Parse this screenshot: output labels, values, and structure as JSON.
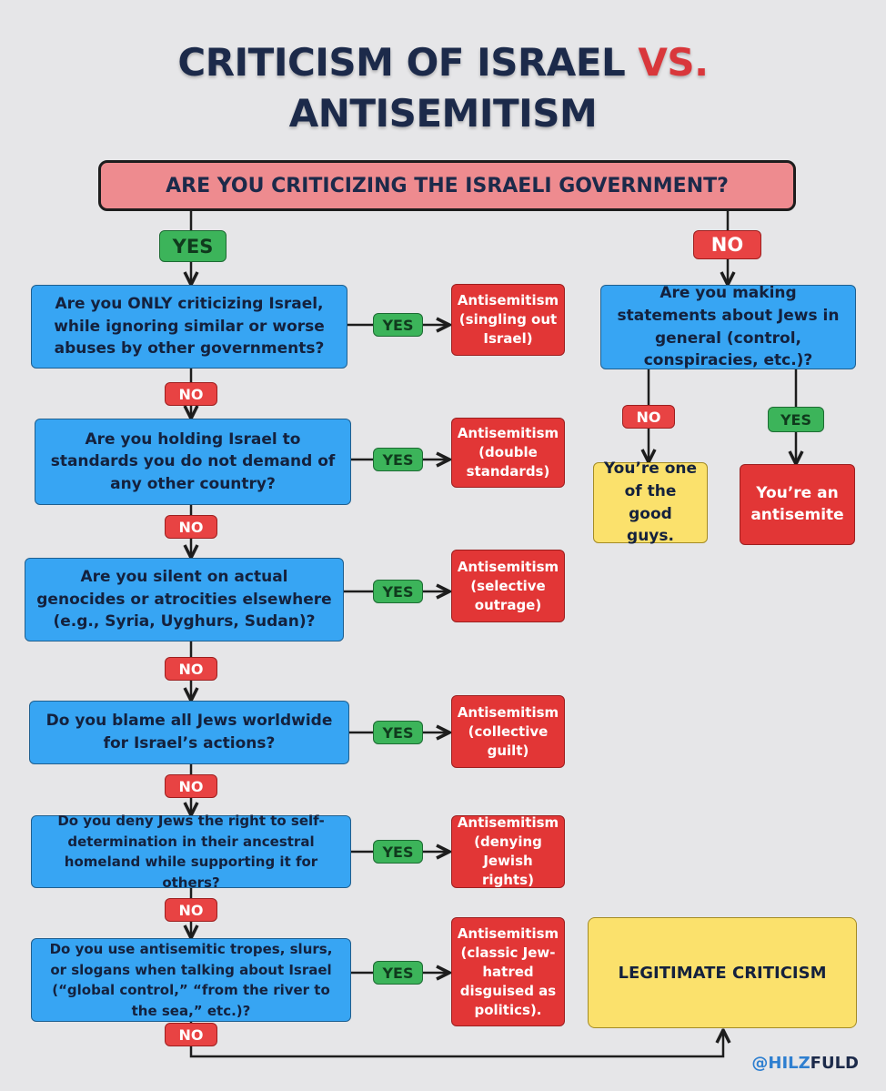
{
  "title": {
    "line1_main": "CRITICISM OF ISRAEL",
    "line1_accent": "VS.",
    "line2": "ANTISEMITISM"
  },
  "root_question": "ARE YOU CRITICIZING THE ISRAELI GOVERNMENT?",
  "branches": {
    "yes": "YES",
    "no": "NO"
  },
  "left_questions": [
    {
      "question": "Are you ONLY criticizing Israel, while ignoring similar or worse abuses by other governments?",
      "yes_label": "YES",
      "result": "Antisemitism (singling out Israel)",
      "no_label": "NO"
    },
    {
      "question": "Are you holding Israel to standards you do not demand of any other country?",
      "yes_label": "YES",
      "result": "Antisemitism (double standards)",
      "no_label": "NO"
    },
    {
      "question": "Are you silent on actual genocides or atrocities elsewhere (e.g., Syria, Uyghurs, Sudan)?",
      "yes_label": "YES",
      "result": "Antisemitism (selective outrage)",
      "no_label": "NO"
    },
    {
      "question": "Do you blame all Jews worldwide for Israel’s actions?",
      "yes_label": "YES",
      "result": "Antisemitism (collective guilt)",
      "no_label": "NO"
    },
    {
      "question": "Do you deny Jews the right to self-determination in their ancestral homeland while supporting it for others?",
      "yes_label": "YES",
      "result": "Antisemitism (denying Jewish rights)",
      "no_label": "NO"
    },
    {
      "question": "Do you use antisemitic tropes, slurs, or slogans when talking about Israel (“global control,” “from the river to the sea,” etc.)?",
      "yes_label": "YES",
      "result": "Antisemitism (classic Jew-hatred disguised as politics).",
      "no_label": "NO"
    }
  ],
  "right_branch": {
    "question": "Are you making statements about Jews in general (control, conspiracies, etc.)?",
    "no_label": "NO",
    "no_result": "You’re one of the good guys.",
    "yes_label": "YES",
    "yes_result": "You’re an antisemite"
  },
  "final_result": "LEGITIMATE CRITICISM",
  "handle": {
    "part1": "@HILZ",
    "part2": "FULD"
  },
  "colors": {
    "background": "#e6e6e8",
    "question_blue": "#37a5f3",
    "antisemitism_red": "#e23636",
    "yes_green": "#3cb45a",
    "result_yellow": "#fbe16c",
    "root_pink": "#ee8b8f",
    "title_navy": "#1c2a4a"
  }
}
